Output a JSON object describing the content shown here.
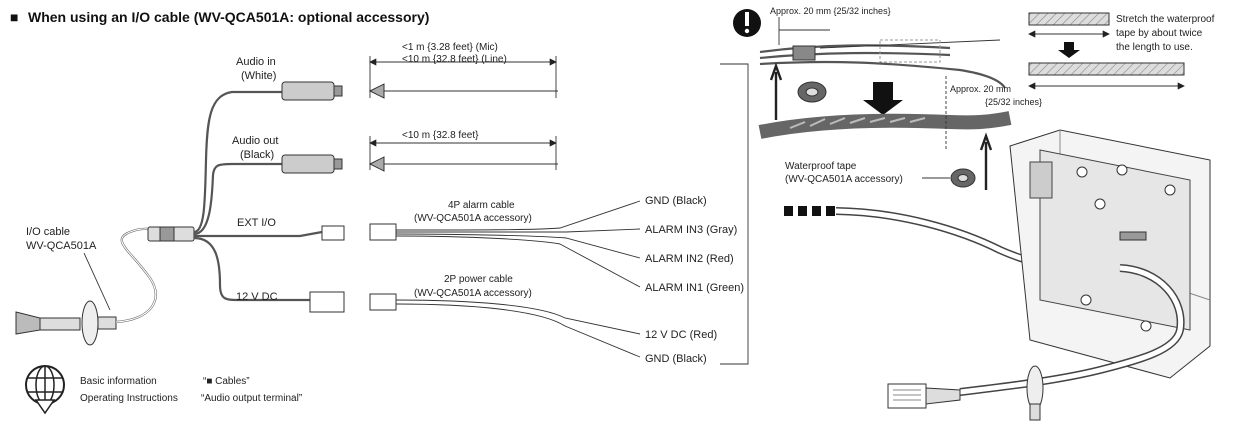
{
  "heading": "When using an I/O cable (WV-QCA501A: optional accessory)",
  "heading_bullet": "■",
  "cable_label": [
    "I/O cable",
    "WV-QCA501A"
  ],
  "audio_in": {
    "label": [
      "Audio in",
      "(White)"
    ],
    "length": [
      "<1 m {3.28 feet} (Mic)",
      "<10 m {32.8 feet} (Line)"
    ]
  },
  "audio_out": {
    "label": [
      "Audio out",
      "(Black)"
    ],
    "length": "<10 m {32.8 feet}"
  },
  "ext_io": {
    "label": "EXT I/O",
    "cable": [
      "4P alarm cable",
      "(WV-QCA501A accessory)"
    ],
    "wires": [
      "GND (Black)",
      "ALARM IN3 (Gray)",
      "ALARM IN2 (Red)",
      "ALARM IN1 (Green)"
    ]
  },
  "dc12": {
    "label": "12 V DC",
    "cable": [
      "2P power cable",
      "(WV-QCA501A accessory)"
    ],
    "wires": [
      "12 V DC (Red)",
      "GND (Black)"
    ]
  },
  "reference": {
    "rows": [
      {
        "a": "Basic information",
        "b": "“■ Cables”"
      },
      {
        "a": "Operating Instructions",
        "b": "“Audio output terminal”"
      }
    ]
  },
  "tape_note": {
    "approx_top": "Approx. 20 mm {25/32 inches}",
    "approx_right": [
      "Approx. 20 mm",
      "{25/32 inches}"
    ],
    "stretch": [
      "Stretch the waterproof",
      "tape by about twice",
      "the length to use."
    ],
    "tape": [
      "Waterproof tape",
      "(WV-QCA501A accessory)"
    ]
  }
}
